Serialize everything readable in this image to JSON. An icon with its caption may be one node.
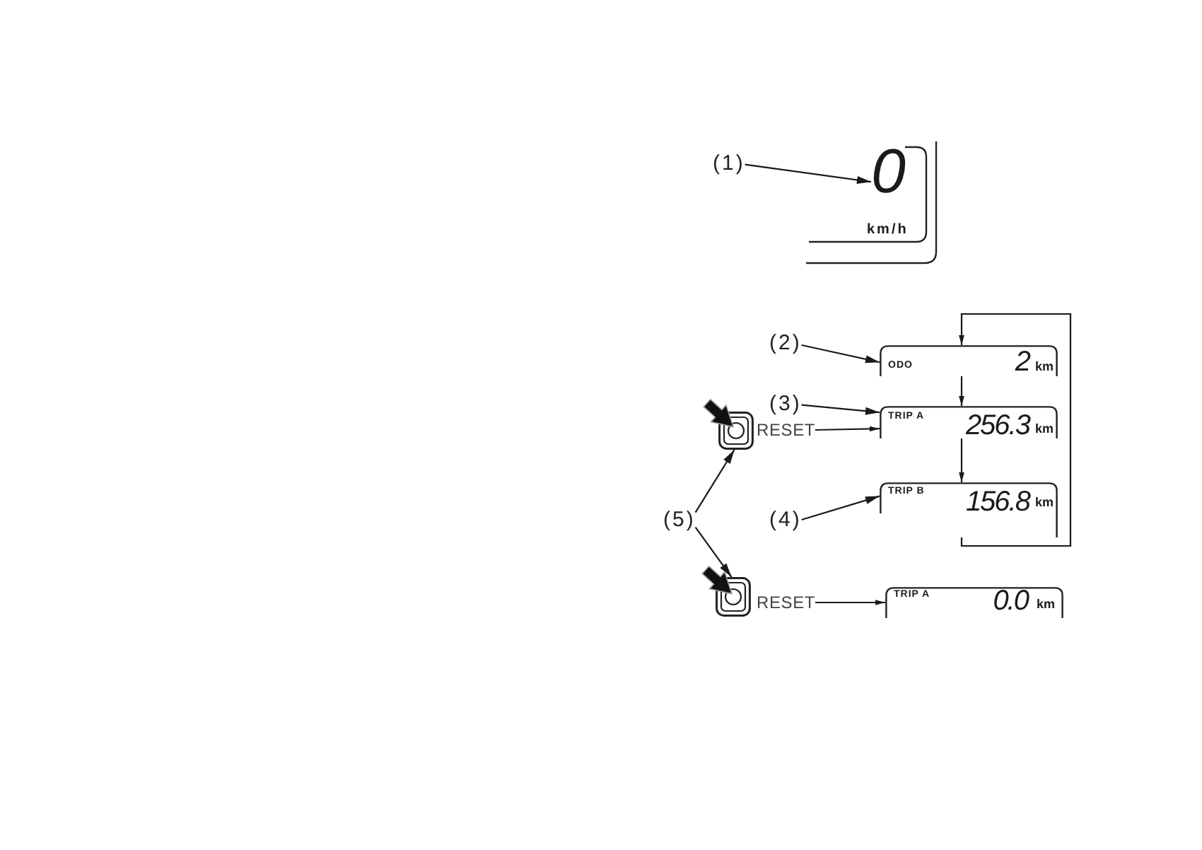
{
  "diagram": {
    "nodes": [
      {
        "text": [
          "(1)"
        ]
      },
      {
        "text": [
          "km/h"
        ]
      },
      {
        "text": [
          "0"
        ],
        "in": 1
      },
      {
        "text": [
          "(2)"
        ]
      },
      {
        "text": [
          "ODO",
          "2",
          "km"
        ]
      },
      {
        "text": [
          "(3)"
        ]
      },
      {
        "text": [
          "TRIP A",
          "256.3",
          "km"
        ]
      },
      {
        "text": [
          "(4)"
        ]
      },
      {
        "text": [
          "TRIP B",
          "156.8",
          "km"
        ]
      },
      {
        "text": [
          "(5)"
        ]
      },
      {
        "text": [],
        "shape": "button"
      },
      {
        "text": [
          "RESET"
        ]
      },
      {
        "text": [],
        "shape": "button"
      },
      {
        "text": [
          "RESET"
        ]
      },
      {
        "text": [
          "TRIP A",
          "0.0",
          "km"
        ]
      }
    ],
    "edges": [
      {
        "from": 0,
        "to": 2,
        "arrow": "to"
      },
      {
        "from": 3,
        "to": 4,
        "arrow": "to"
      },
      {
        "from": 5,
        "to": 6,
        "arrow": "to"
      },
      {
        "from": 7,
        "to": 8,
        "arrow": "to"
      },
      {
        "from": 9,
        "to": 10,
        "arrow": "to"
      },
      {
        "from": 9,
        "to": 12,
        "arrow": "to"
      },
      {
        "from": 11,
        "to": 6,
        "arrow": "to"
      },
      {
        "from": 13,
        "to": 14,
        "arrow": "to"
      },
      {
        "from": 4,
        "to": 6,
        "arrow": "to"
      },
      {
        "from": 6,
        "to": 8,
        "arrow": "to"
      },
      {
        "from": 8,
        "to": 4,
        "arrow": "to"
      }
    ]
  }
}
